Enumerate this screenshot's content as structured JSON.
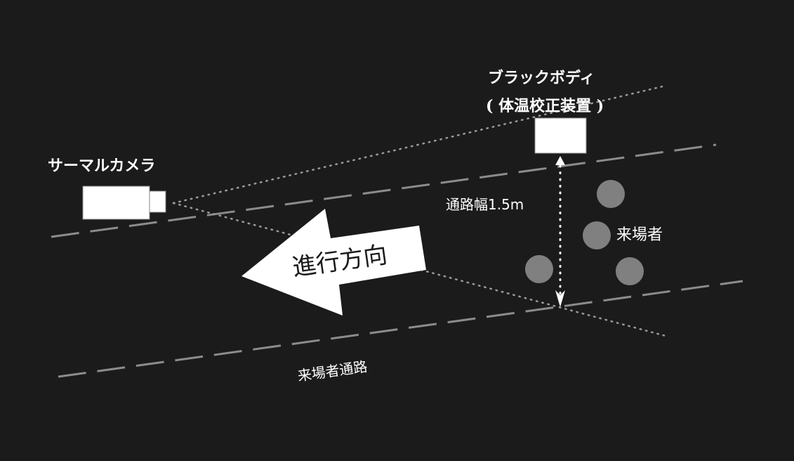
{
  "labels": {
    "thermal_camera": "サーマルカメラ",
    "blackbody_title": "ブラックボディ",
    "blackbody_subtitle": "( 体温校正装置 )",
    "passage_width": "通路幅1.5m",
    "visitors": "来場者",
    "direction": "進行方向",
    "visitor_passage": "来場者通路"
  },
  "colors": {
    "background": "#1b1b1b",
    "foreground": "#ffffff",
    "visitor_dot": "#808080",
    "dashed_line": "#8c8c8c",
    "dotted_line": "#9a9a9a"
  }
}
